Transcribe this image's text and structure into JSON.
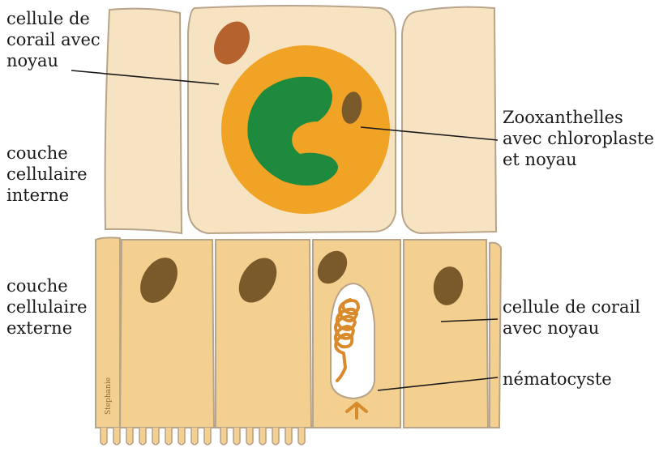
{
  "labels": {
    "top_left": "cellule de\ncorail avec\nnoyau",
    "inner_layer": "couche\ncellulaire\ninterne",
    "outer_layer": "couche\ncellulaire\nexterne",
    "zooxanthellae": "Zooxanthelles\navec chloroplaste\net noyau",
    "bottom_right": "cellule de corail\navec noyau",
    "nematocyst": "nématocyste"
  },
  "artist_signature": "Stephanie",
  "colors": {
    "inner_cell": "#f5e3c2",
    "outer_cell": "#f3d08f",
    "cell_outline": "#b8a48a",
    "nucleus": "#7a5a2a",
    "inner_nucleus": "#b5622e",
    "zooxanthella": "#f0a324",
    "chloroplast": "#1e8a3e",
    "nematocyst_thread": "#d98a2a"
  }
}
